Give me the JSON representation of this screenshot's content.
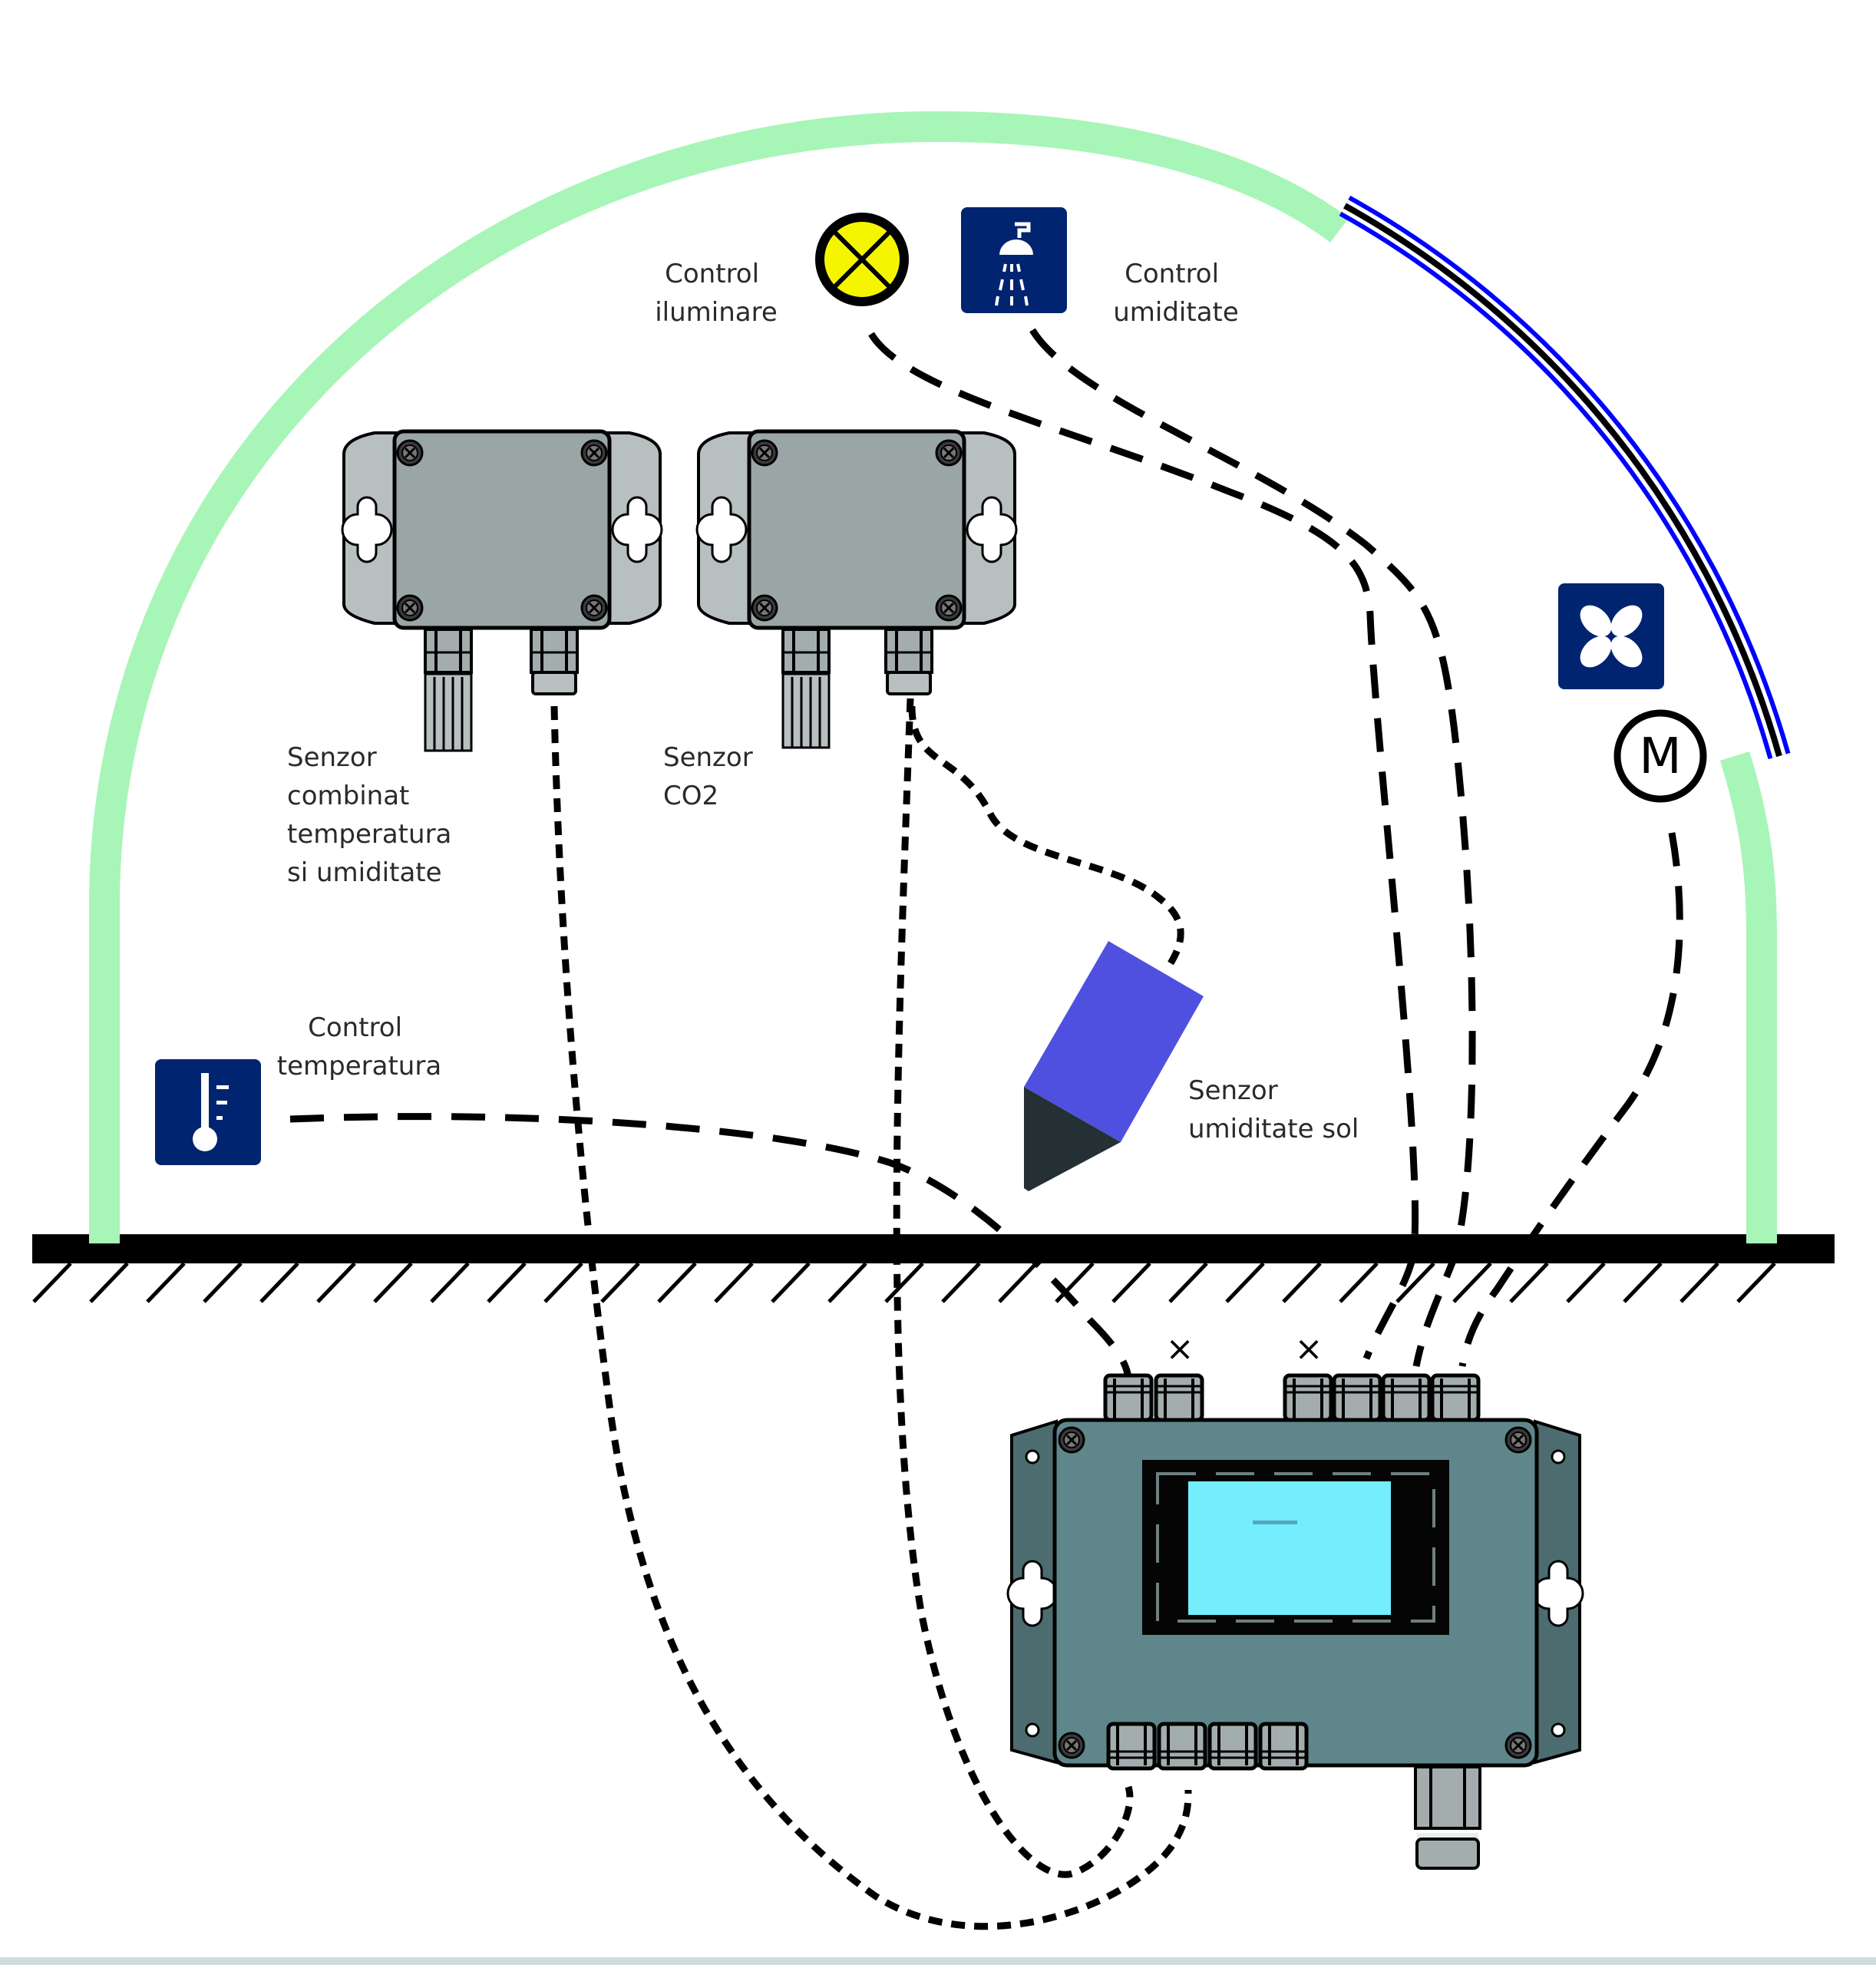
{
  "diagram": {
    "title": "",
    "colors": {
      "greenhouse_frame": "#a8f5b8",
      "window_frame": "#0000ff",
      "icon_bg": "#002470",
      "lamp_fill": "#f5f500",
      "sensor_box": "#9aa5a6",
      "sensor_ear": "#b8bfc0",
      "controller_body": "#5f878b",
      "controller_ear": "#4d6c70",
      "controller_screen": "#74eefc",
      "soil_probe_body": "#5050e0",
      "soil_probe_tip": "#243033",
      "ground": "#000000"
    }
  },
  "labels": {
    "lighting": [
      "Control",
      "iluminare"
    ],
    "humidity_control": [
      "Control",
      "umiditate"
    ],
    "temp_humidity_sensor": [
      "Senzor",
      "combinat",
      "temperatura",
      "si  umiditate"
    ],
    "co2_sensor": [
      "Senzor",
      "CO2"
    ],
    "temperature_control": [
      "Control",
      "temperatura"
    ],
    "soil_moisture_sensor": [
      "Senzor",
      "umiditate sol"
    ],
    "motor": "M"
  },
  "controller": {
    "top_ports": {
      "count": 6,
      "unused_markers": [
        "×",
        "×"
      ]
    },
    "bottom_ports": {
      "count": 4
    },
    "power_gland": 1
  },
  "connections": [
    {
      "from": "temperature_control",
      "to": "controller_top_port_1",
      "style": "long-dash"
    },
    {
      "from": "lighting",
      "to": "controller_top_port_4",
      "style": "long-dash"
    },
    {
      "from": "humidity_control",
      "to": "controller_top_port_5",
      "style": "long-dash"
    },
    {
      "from": "motor",
      "to": "controller_top_port_6",
      "style": "long-dash"
    },
    {
      "from": "temp_humidity_sensor",
      "to": "controller_bottom_port_2",
      "style": "short-dash"
    },
    {
      "from": "co2_sensor",
      "to": "controller_bottom_port_1",
      "style": "short-dash"
    },
    {
      "from": "co2_sensor",
      "to": "soil_moisture_sensor",
      "style": "short-dash"
    }
  ]
}
